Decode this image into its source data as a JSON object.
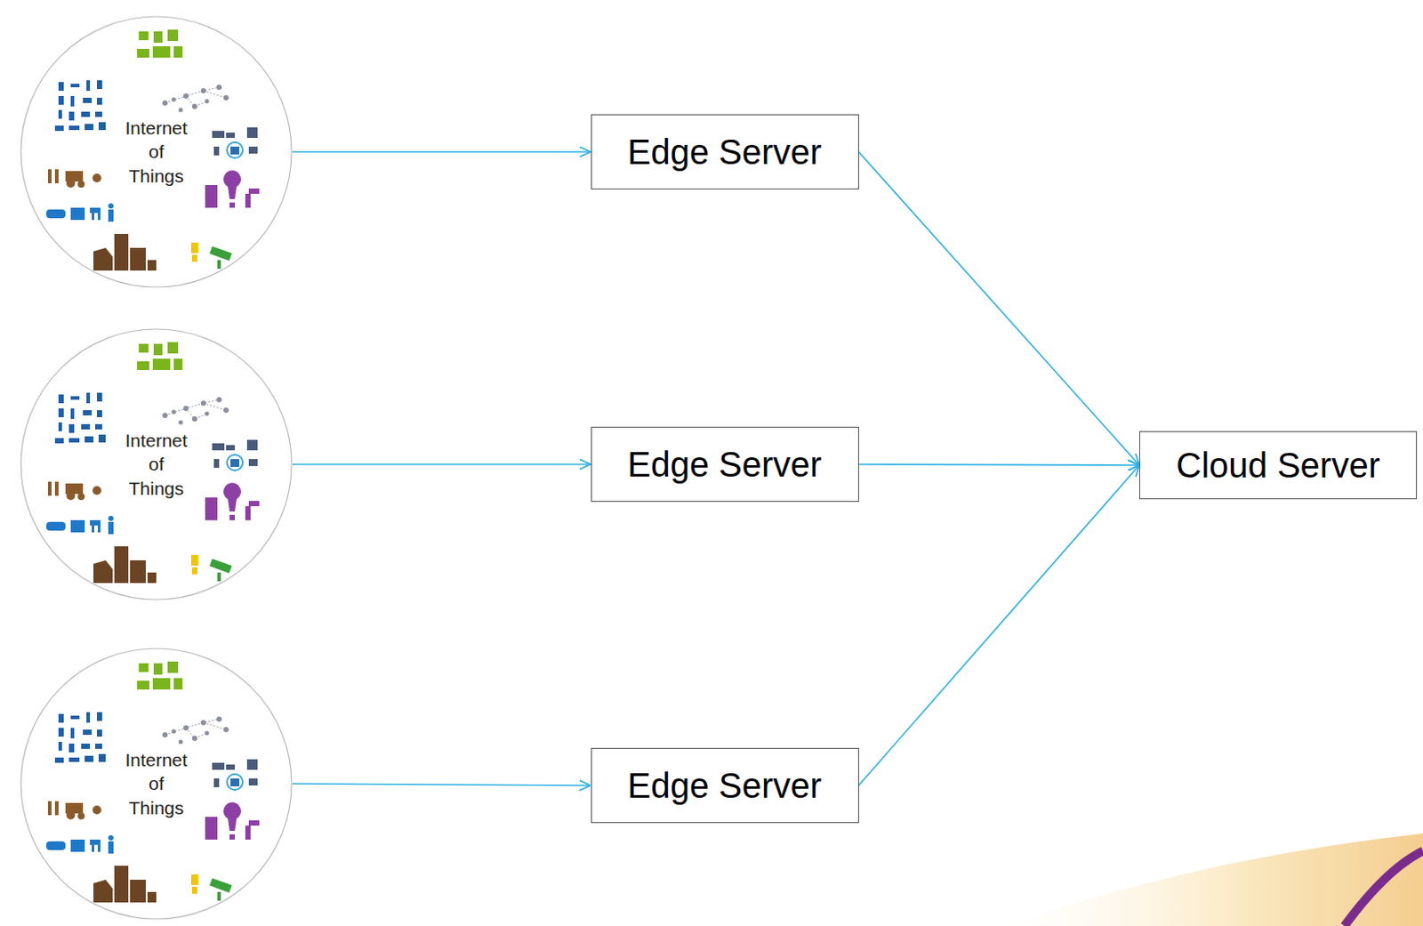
{
  "diagram": {
    "nodes": [
      {
        "text": [
          "Internet of Things"
        ]
      },
      {
        "text": [
          "Edge Server"
        ]
      },
      {
        "text": [
          "Internet of Things"
        ]
      },
      {
        "text": [
          "Edge Server"
        ]
      },
      {
        "text": [
          "Internet of Things"
        ]
      },
      {
        "text": [
          "Edge Server"
        ]
      },
      {
        "text": [
          "Cloud Server"
        ]
      }
    ],
    "edges": [
      {
        "from": 0,
        "to": 1,
        "arrow": "to"
      },
      {
        "from": 2,
        "to": 3,
        "arrow": "to"
      },
      {
        "from": 4,
        "to": 5,
        "arrow": "to"
      },
      {
        "from": 1,
        "to": 6,
        "arrow": "to"
      },
      {
        "from": 3,
        "to": 6,
        "arrow": "to"
      },
      {
        "from": 5,
        "to": 6,
        "arrow": "to"
      }
    ]
  }
}
